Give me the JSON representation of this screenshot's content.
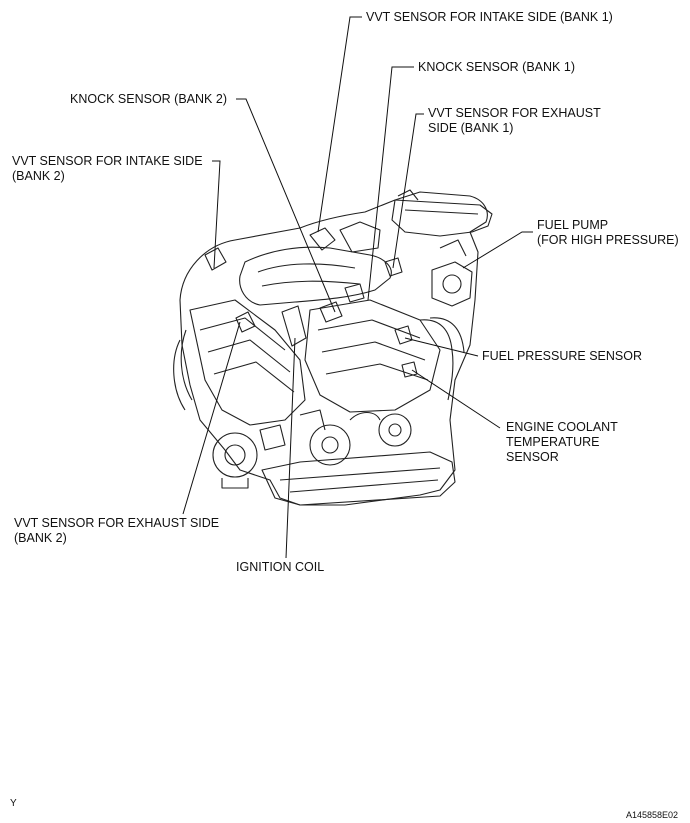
{
  "labels": {
    "vvt_intake_b1": "VVT SENSOR FOR INTAKE SIDE (BANK 1)",
    "knock_b1": "KNOCK SENSOR (BANK 1)",
    "vvt_exhaust_b1": [
      "VVT SENSOR FOR EXHAUST",
      "SIDE (BANK 1)"
    ],
    "knock_b2": "KNOCK SENSOR (BANK 2)",
    "vvt_intake_b2": [
      "VVT SENSOR FOR INTAKE SIDE",
      "(BANK 2)"
    ],
    "fuel_pump": [
      "FUEL PUMP",
      "(FOR HIGH PRESSURE)"
    ],
    "fuel_pressure": "FUEL PRESSURE SENSOR",
    "coolant": [
      "ENGINE COOLANT",
      "TEMPERATURE",
      "SENSOR"
    ],
    "vvt_exhaust_b2": [
      "VVT SENSOR FOR EXHAUST SIDE",
      "(BANK 2)"
    ],
    "ignition": "IGNITION COIL"
  },
  "corner_left": "Y",
  "figure_code": "A145858E02"
}
